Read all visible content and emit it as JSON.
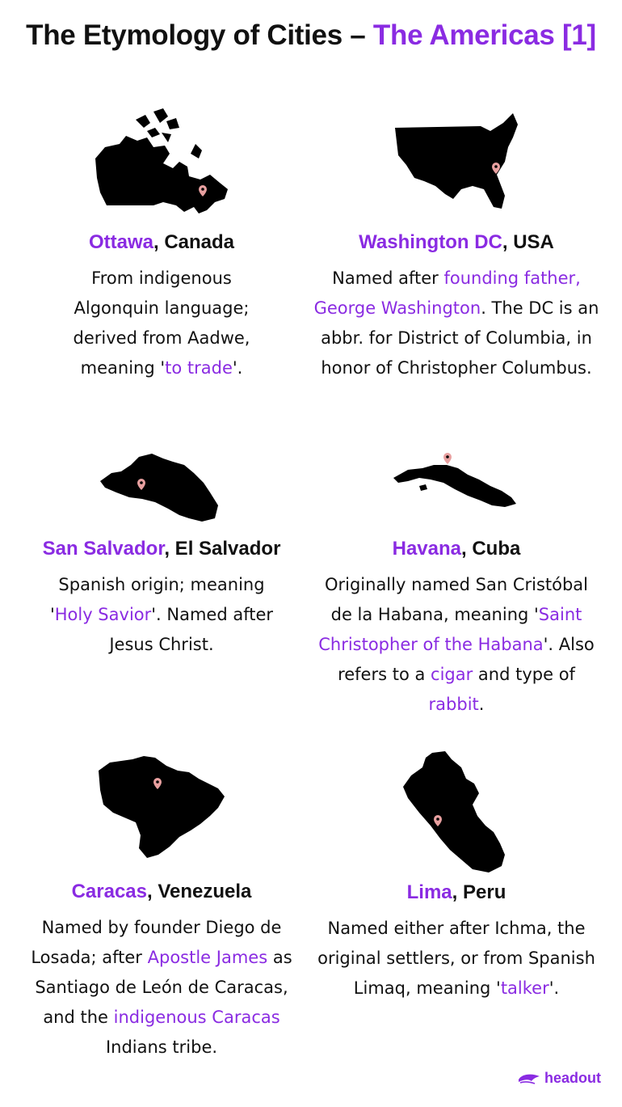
{
  "title": {
    "main": "The Etymology of Cities –",
    "accent": "The Americas [1]"
  },
  "cards": [
    {
      "city": "Ottawa",
      "country": ", Canada",
      "desc": [
        {
          "t": "From indigenous Algonquin language; derived from Aadwe, meaning '"
        },
        {
          "t": "to trade",
          "hl": true
        },
        {
          "t": "'."
        }
      ]
    },
    {
      "city": "Washington DC",
      "country": ", USA",
      "desc": [
        {
          "t": "Named after "
        },
        {
          "t": "founding father, George Washington",
          "hl": true
        },
        {
          "t": ". The DC is an abbr. for District of Columbia, in honor of Christopher Columbus."
        }
      ]
    },
    {
      "city": "San Salvador",
      "country": ", El Salvador",
      "desc": [
        {
          "t": "Spanish origin; meaning '"
        },
        {
          "t": "Holy Savior",
          "hl": true
        },
        {
          "t": "'. Named after Jesus Christ."
        }
      ]
    },
    {
      "city": "Havana",
      "country": ", Cuba",
      "desc": [
        {
          "t": "Originally named San Cristóbal de la Habana, meaning '"
        },
        {
          "t": "Saint Christopher of the Habana",
          "hl": true
        },
        {
          "t": "'. Also refers to a "
        },
        {
          "t": "cigar",
          "hl": true
        },
        {
          "t": " and type of "
        },
        {
          "t": "rabbit",
          "hl": true
        },
        {
          "t": "."
        }
      ]
    },
    {
      "city": "Caracas",
      "country": ", Venezuela",
      "desc": [
        {
          "t": "Named by founder Diego de Losada; after "
        },
        {
          "t": "Apostle James",
          "hl": true
        },
        {
          "t": " as Santiago de León de Caracas, and the "
        },
        {
          "t": "indigenous Caracas",
          "hl": true
        },
        {
          "t": " Indians tribe."
        }
      ]
    },
    {
      "city": "Lima",
      "country": ", Peru",
      "desc": [
        {
          "t": "Named either after Ichma, the original settlers, or from Spanish Limaq, meaning '"
        },
        {
          "t": "talker",
          "hl": true
        },
        {
          "t": "'."
        }
      ]
    }
  ],
  "brand": {
    "name": "headout",
    "icon": "headout-logo-icon",
    "color": "#8a2be2"
  },
  "colors": {
    "accent": "#8a2be2",
    "map": "#000000",
    "pin": "#e8a0a0"
  }
}
